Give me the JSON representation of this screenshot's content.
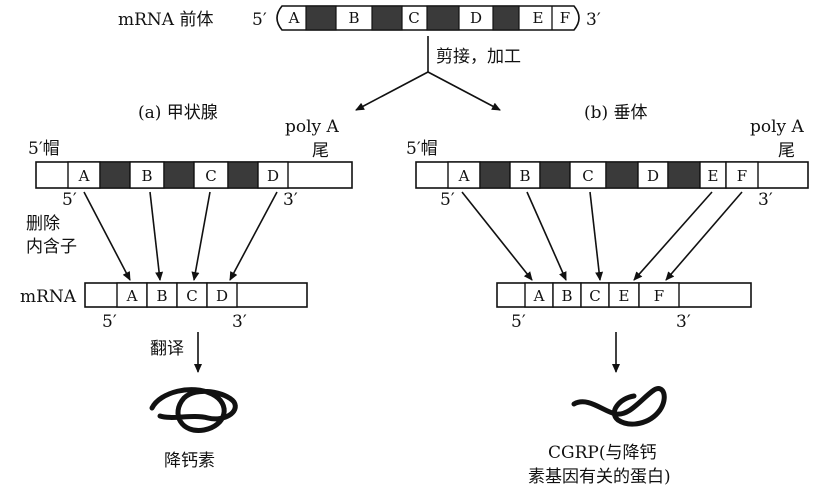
{
  "top": {
    "precursor_label": "mRNA 前体",
    "five_prime": "5′",
    "three_prime": "3′",
    "segments": [
      "A",
      "B",
      "C",
      "D",
      "E",
      "F"
    ],
    "process_label": "剪接，加工"
  },
  "left": {
    "title": "(a) 甲状腺",
    "cap_label": "5′帽",
    "polya_line1": "poly A",
    "polya_line2": "尾",
    "exons": [
      "A",
      "B",
      "C",
      "D"
    ],
    "five_prime": "5′",
    "three_prime": "3′",
    "remove_line1": "删除",
    "remove_line2": "内含子",
    "mrna_label": "mRNA",
    "mature_exons": [
      "A",
      "B",
      "C",
      "D"
    ],
    "mature_five": "5′",
    "mature_three": "3′",
    "translate_label": "翻译",
    "product_label": "降钙素"
  },
  "right": {
    "title": "(b) 垂体",
    "cap_label": "5′帽",
    "polya_line1": "poly A",
    "polya_line2": "尾",
    "exons": [
      "A",
      "B",
      "C",
      "D",
      "E",
      "F"
    ],
    "five_prime": "5′",
    "three_prime": "3′",
    "mature_exons": [
      "A",
      "B",
      "C",
      "E",
      "F"
    ],
    "mature_five": "5′",
    "mature_three": "3′",
    "product_line1": "CGRP(与降钙",
    "product_line2": "素基因有关的蛋白)"
  },
  "colors": {
    "intron": "#3a3a3a",
    "line": "#111111",
    "background": "#ffffff"
  }
}
